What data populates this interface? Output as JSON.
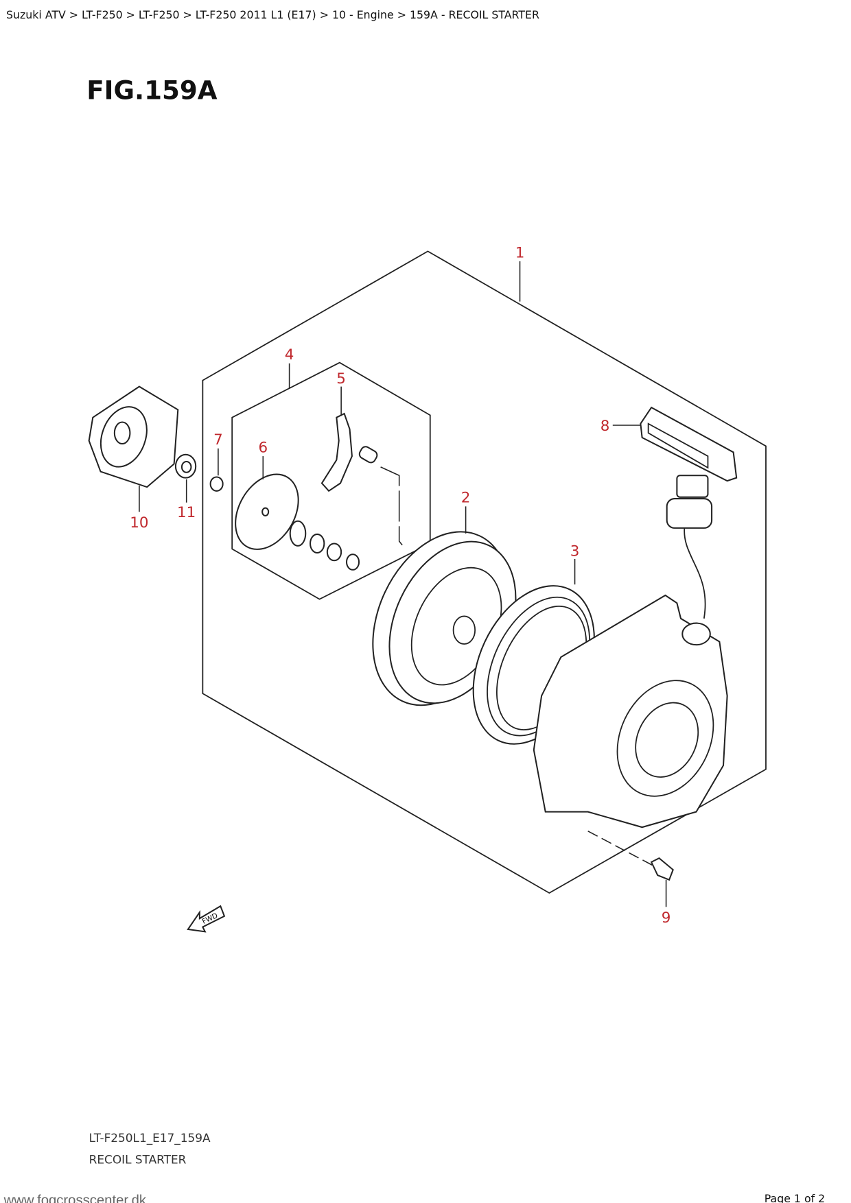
{
  "breadcrumb": "Suzuki ATV > LT-F250 > LT-F250 > LT-F250 2011 L1 (E17) > 10 - Engine > 159A - RECOIL STARTER",
  "figure_title": "FIG.159A",
  "callouts": [
    "1",
    "2",
    "3",
    "4",
    "5",
    "6",
    "7",
    "8",
    "9",
    "10",
    "11"
  ],
  "fwd_label": "FWD",
  "caption": {
    "code": "LT-F250L1_E17_159A",
    "name": "RECOIL STARTER"
  },
  "footer": {
    "website": "www.fogcrosscenter.dk",
    "page": "Page 1 of 2"
  },
  "colors": {
    "callout": "#c0282d",
    "line": "#222222"
  }
}
